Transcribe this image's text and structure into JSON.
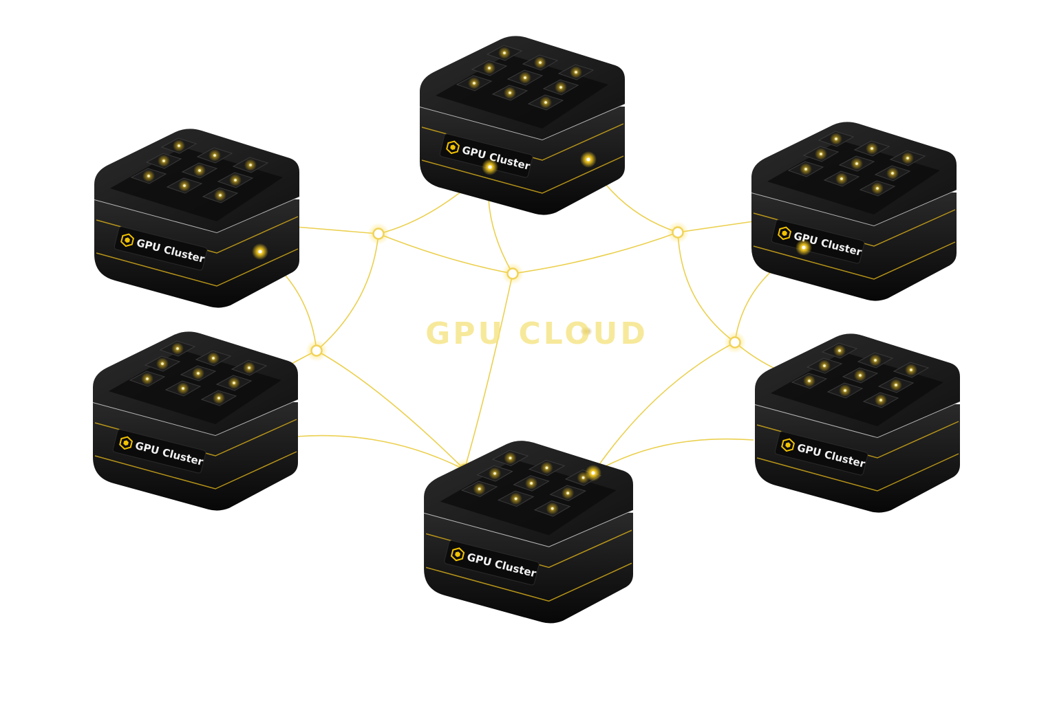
{
  "diagram": {
    "center_title": "GPU CLOUD",
    "colors": {
      "link": "#e8c830",
      "junction": "#f7e37a",
      "glow": "#ffd21f",
      "device_body": "#141414",
      "device_top": "#1c1c1c",
      "label_bg": "#0c0c0c",
      "icon": "#f2c200"
    },
    "nodes": [
      {
        "id": "cluster-top",
        "label": "GPU Cluster",
        "icon": "hexagon-icon"
      },
      {
        "id": "cluster-upper-left",
        "label": "GPU Cluster",
        "icon": "hexagon-icon"
      },
      {
        "id": "cluster-upper-right",
        "label": "GPU Cluster",
        "icon": "hexagon-icon"
      },
      {
        "id": "cluster-lower-left",
        "label": "GPU Cluster",
        "icon": "hexagon-icon"
      },
      {
        "id": "cluster-lower-right",
        "label": "GPU Cluster",
        "icon": "hexagon-icon"
      },
      {
        "id": "cluster-bottom",
        "label": "GPU Cluster",
        "icon": "hexagon-icon"
      }
    ]
  }
}
